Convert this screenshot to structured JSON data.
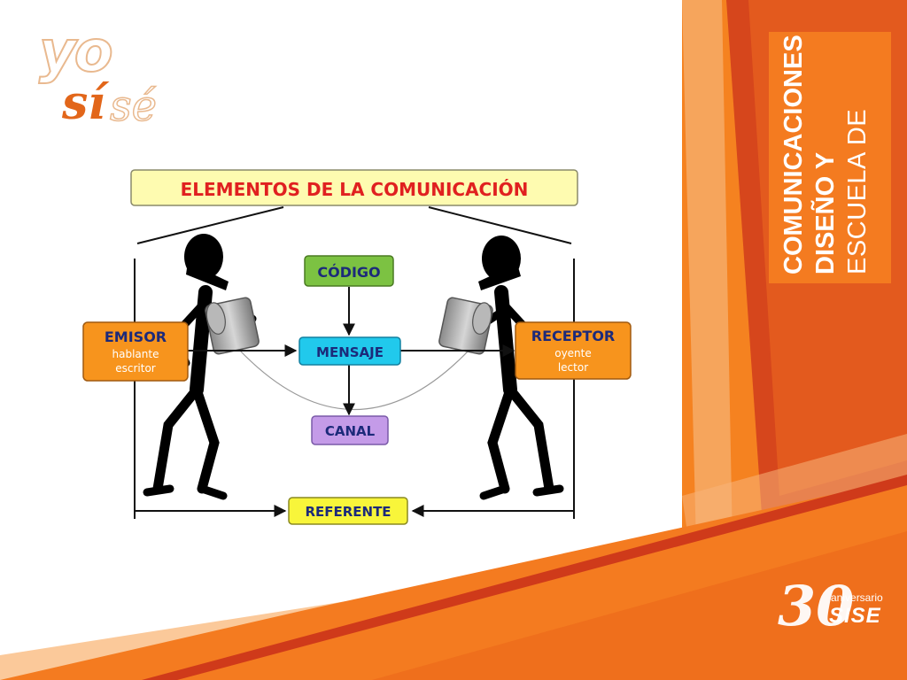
{
  "logo": {
    "yo": "yo",
    "si": "sí",
    "se": "sé"
  },
  "side_panel": {
    "line1": "ESCUELA DE",
    "line2": "DISEÑO Y",
    "line3": "COMUNICACIONES"
  },
  "anniversary": {
    "number": "30",
    "word": "aniversario",
    "brand": "SISE"
  },
  "diagram": {
    "title": "ELEMENTOS DE LA COMUNICACIÓN",
    "codigo": "CÓDIGO",
    "mensaje": "MENSAJE",
    "canal": "CANAL",
    "referente": "REFERENTE",
    "emisor": {
      "label": "EMISOR",
      "sub1": "hablante",
      "sub2": "escritor"
    },
    "receptor": {
      "label": "RECEPTOR",
      "sub1": "oyente",
      "sub2": "lector"
    }
  },
  "colors": {
    "orange": "#f47b20",
    "dark_orange": "#d9531e",
    "title_red": "#e02020",
    "title_fill": "#fefbb0",
    "codigo_green": "#7cc242",
    "mensaje_cyan": "#21c9ec",
    "canal_purple": "#c49be8",
    "referente_yellow": "#f8f53a",
    "box_orange": "#f7941d",
    "text_navy": "#1c2a7a"
  }
}
